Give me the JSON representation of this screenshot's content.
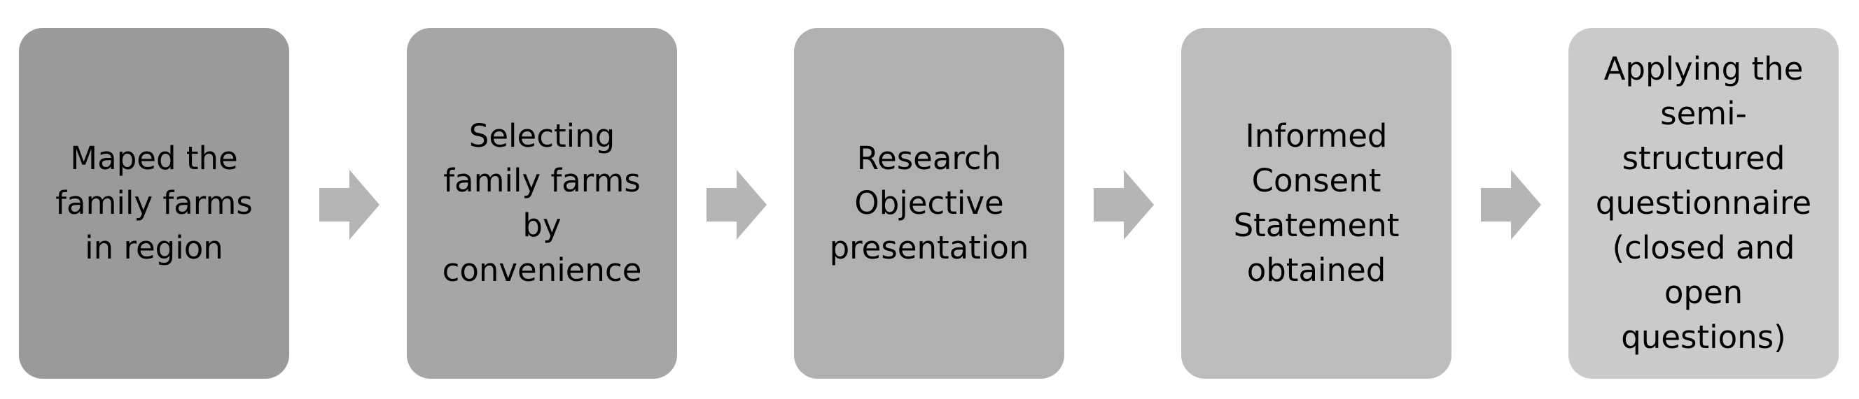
{
  "diagram": {
    "steps": [
      {
        "label": "Maped the\nfamily farms\nin region",
        "fill": "#9a9a9a"
      },
      {
        "label": "Selecting\nfamily farms\nby\nconvenience",
        "fill": "#a6a6a6"
      },
      {
        "label": "Research\nObjective\npresentation",
        "fill": "#b0b0b0"
      },
      {
        "label": "Informed\nConsent\nStatement\nobtained",
        "fill": "#bdbdbd"
      },
      {
        "label": "Applying the\nsemi-\nstructured\nquestionnaire\n(closed and\nopen\nquestions)",
        "fill": "#cacaca"
      }
    ],
    "arrow_color": "#b5b5b5",
    "arrow_icon": "right-arrow-icon"
  }
}
